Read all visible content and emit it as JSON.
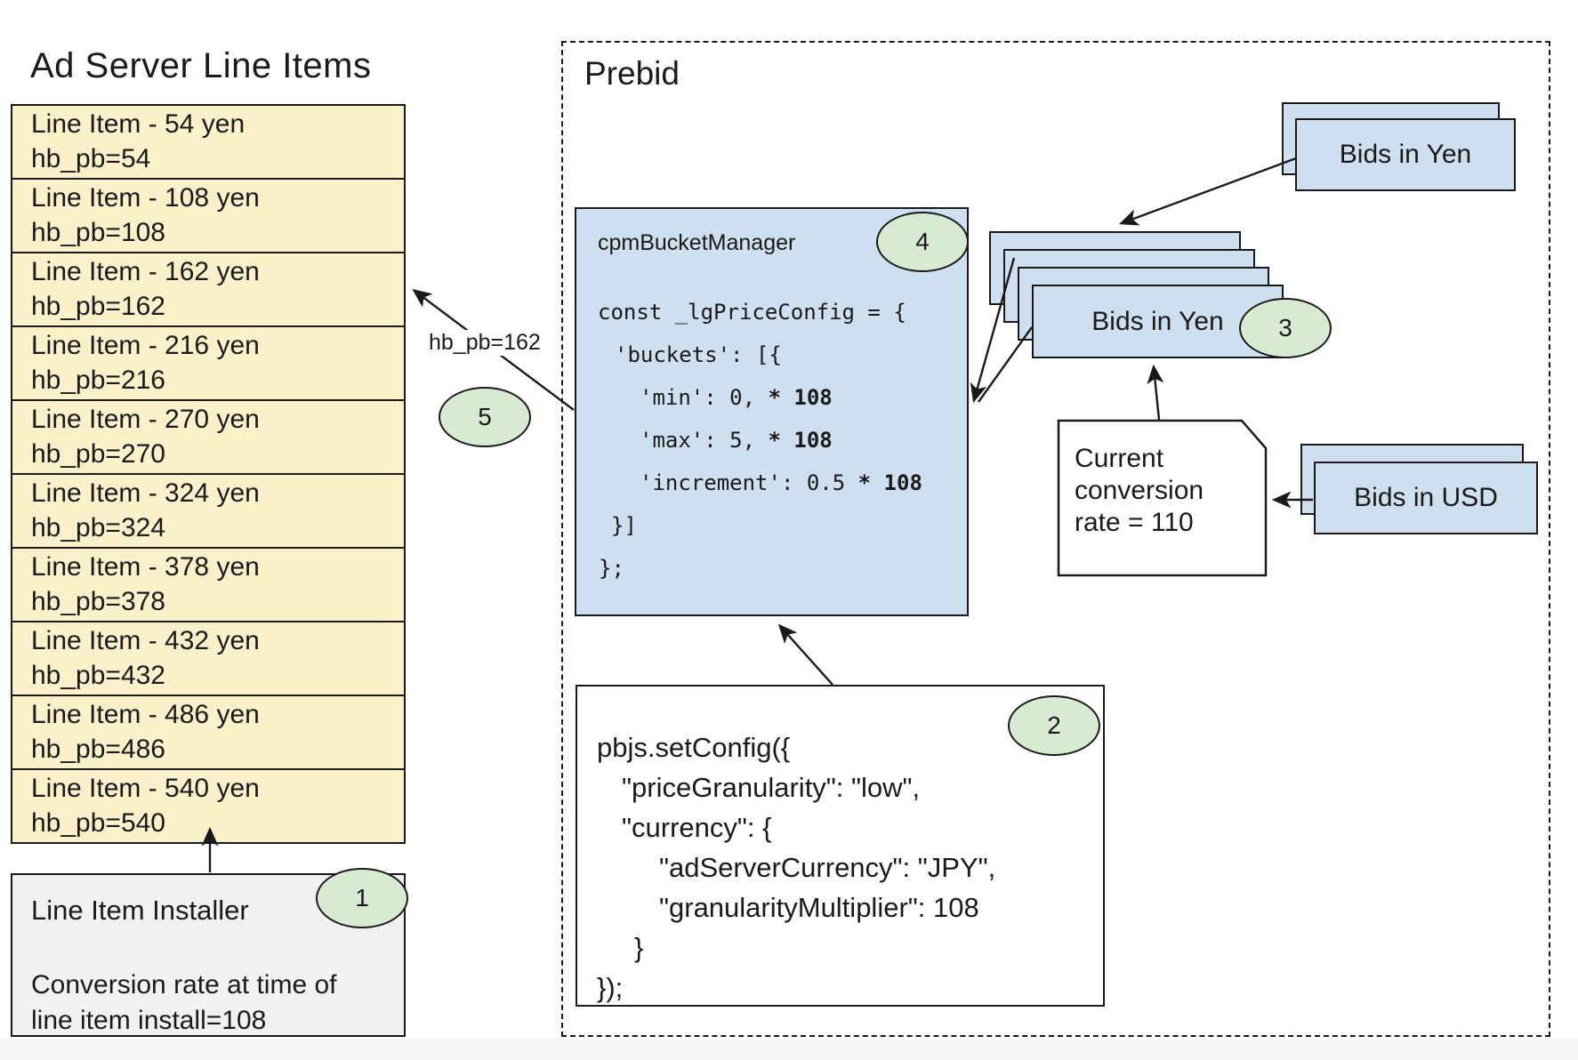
{
  "palette": {
    "yellow": "#FAF1CB",
    "blue": "#CEE0F0",
    "green": "#D9EAD3",
    "gray": "#F1F1F1",
    "line": "#1a1a1a"
  },
  "ad_server": {
    "title": "Ad Server Line Items",
    "line_items": [
      {
        "name": "Line Item - 54 yen",
        "hb": "hb_pb=54"
      },
      {
        "name": "Line Item - 108 yen",
        "hb": "hb_pb=108"
      },
      {
        "name": "Line Item - 162 yen",
        "hb": "hb_pb=162"
      },
      {
        "name": "Line Item - 216 yen",
        "hb": "hb_pb=216"
      },
      {
        "name": "Line Item - 270 yen",
        "hb": "hb_pb=270"
      },
      {
        "name": "Line Item - 324 yen",
        "hb": "hb_pb=324"
      },
      {
        "name": "Line Item - 378 yen",
        "hb": "hb_pb=378"
      },
      {
        "name": "Line Item - 432 yen",
        "hb": "hb_pb=432"
      },
      {
        "name": "Line Item - 486 yen",
        "hb": "hb_pb=486"
      },
      {
        "name": "Line Item - 540 yen",
        "hb": "hb_pb=540"
      }
    ],
    "installer": {
      "title": "Line Item Installer",
      "badge": "1",
      "note1": "Conversion rate at time of",
      "note2": "line item install=108"
    }
  },
  "prebid": {
    "title": "Prebid",
    "bucket_manager": {
      "title": "cpmBucketManager",
      "badge": "4",
      "code": [
        {
          "pre": "const _lgPriceConfig = {",
          "bold": ""
        },
        {
          "pre": "'buckets': [{",
          "bold": ""
        },
        {
          "pre": "'min': 0, ",
          "bold": "* 108"
        },
        {
          "pre": "'max': 5, ",
          "bold": "* 108"
        },
        {
          "pre": "'increment': 0.5 ",
          "bold": "* 108"
        },
        {
          "pre": "}]",
          "bold": ""
        },
        {
          "pre": "};",
          "bold": ""
        }
      ]
    },
    "config_box": {
      "badge": "2",
      "code": [
        "pbjs.setConfig({",
        "\"priceGranularity\": \"low\",",
        "\"currency\": {",
        "\"adServerCurrency\": \"JPY\",",
        "\"granularityMultiplier\": 108",
        "}",
        "});"
      ]
    },
    "bids_in_yen_top": {
      "label": "Bids in Yen"
    },
    "bids_in_yen_stack": {
      "label": "Bids in Yen",
      "badge": "3"
    },
    "bids_in_usd": {
      "label": "Bids in USD"
    },
    "conversion_note": {
      "line1": "Current",
      "line2": "conversion",
      "line3": "rate = 110"
    },
    "hb_pb_arrow_label": "hb_pb=162",
    "badge5": "5"
  }
}
